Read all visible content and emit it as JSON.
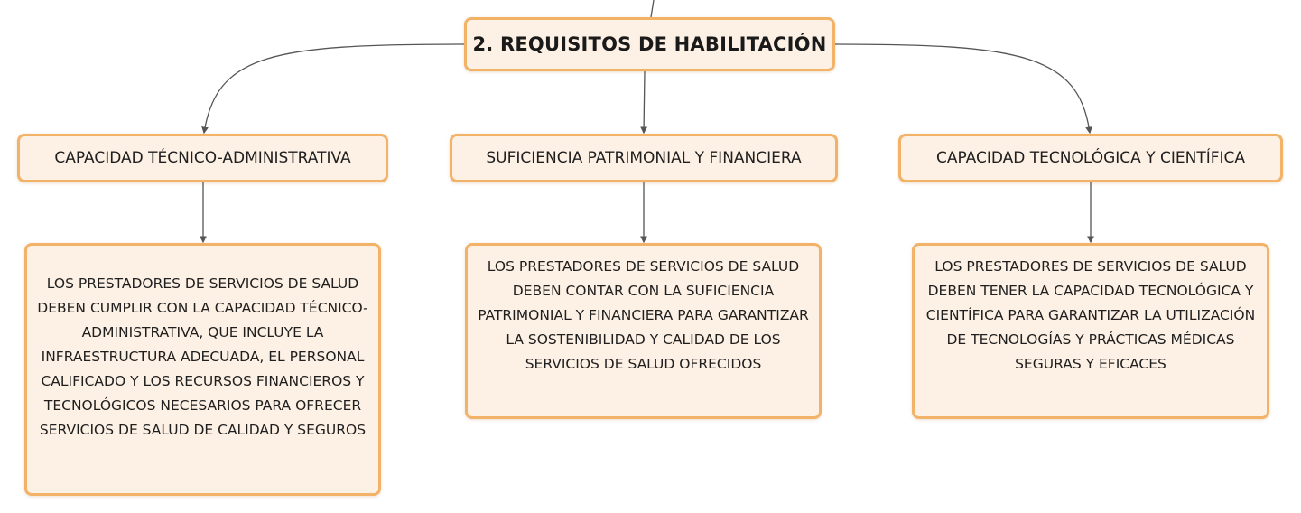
{
  "root": {
    "label": "2. REQUISITOS DE HABILITACIÓN"
  },
  "branches": [
    {
      "label": "CAPACIDAD TÉCNICO-ADMINISTRATIVA",
      "detail": "LOS PRESTADORES DE SERVICIOS DE SALUD DEBEN CUMPLIR CON LA CAPACIDAD TÉCNICO-ADMINISTRATIVA, QUE INCLUYE LA INFRAESTRUCTURA ADECUADA, EL PERSONAL CALIFICADO Y LOS RECURSOS FINANCIEROS Y TECNOLÓGICOS NECESARIOS PARA OFRECER SERVICIOS DE SALUD DE CALIDAD Y SEGUROS"
    },
    {
      "label": "SUFICIENCIA PATRIMONIAL Y FINANCIERA",
      "detail": "LOS PRESTADORES DE SERVICIOS DE SALUD DEBEN CONTAR CON LA SUFICIENCIA PATRIMONIAL Y FINANCIERA PARA GARANTIZAR LA SOSTENIBILIDAD Y CALIDAD DE LOS SERVICIOS DE SALUD OFRECIDOS"
    },
    {
      "label": "CAPACIDAD TECNOLÓGICA Y CIENTÍFICA",
      "detail": "LOS PRESTADORES DE SERVICIOS DE SALUD DEBEN TENER LA CAPACIDAD TECNOLÓGICA Y CIENTÍFICA PARA GARANTIZAR LA UTILIZACIÓN DE TECNOLOGÍAS Y PRÁCTICAS MÉDICAS SEGURAS Y EFICACES"
    }
  ],
  "colors": {
    "node_fill": "#fdf0e4",
    "node_border": "#f2b267",
    "connector": "#555555"
  }
}
